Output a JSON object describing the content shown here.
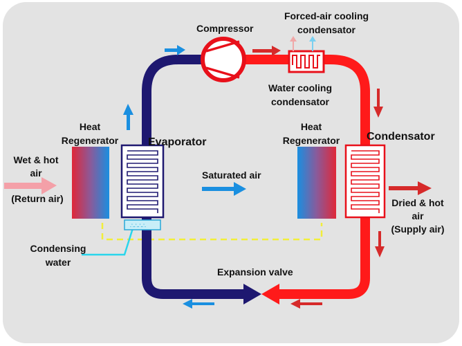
{
  "labels": {
    "compressor": "Compressor",
    "forced_air_line1": "Forced-air cooling",
    "forced_air_line2": "condensator",
    "water_cooling_line1": "Water cooling",
    "water_cooling_line2": "condensator",
    "condensator": "Condensator",
    "evaporator": "Evaporator",
    "heat_regenerator_left_line1": "Heat",
    "heat_regenerator_left_line2": "Regenerator",
    "heat_regenerator_right_line1": "Heat",
    "heat_regenerator_right_line2": "Regenerator",
    "wet_hot_air_line1": "Wet & hot",
    "wet_hot_air_line2": "air",
    "wet_hot_air_line3": "(Return air)",
    "saturated_air": "Saturated air",
    "dried_hot_air_line1": "Dried & hot",
    "dried_hot_air_line2": "air",
    "dried_hot_air_line3": "(Supply air)",
    "condensing_water_line1": "Condensing",
    "condensing_water_line2": "water",
    "expansion_valve": "Expansion valve"
  },
  "colors": {
    "background_panel": "#e3e3e3",
    "cold_pipe": "#1e1870",
    "hot_pipe": "#ff1a1a",
    "flow_arrow_blue": "#1a8fe0",
    "flow_arrow_red": "#d62a2a",
    "return_air_arrow": "#f4a0a8",
    "condensate_line": "#f2ee3a",
    "condensing_water_line": "#29d5ec"
  }
}
